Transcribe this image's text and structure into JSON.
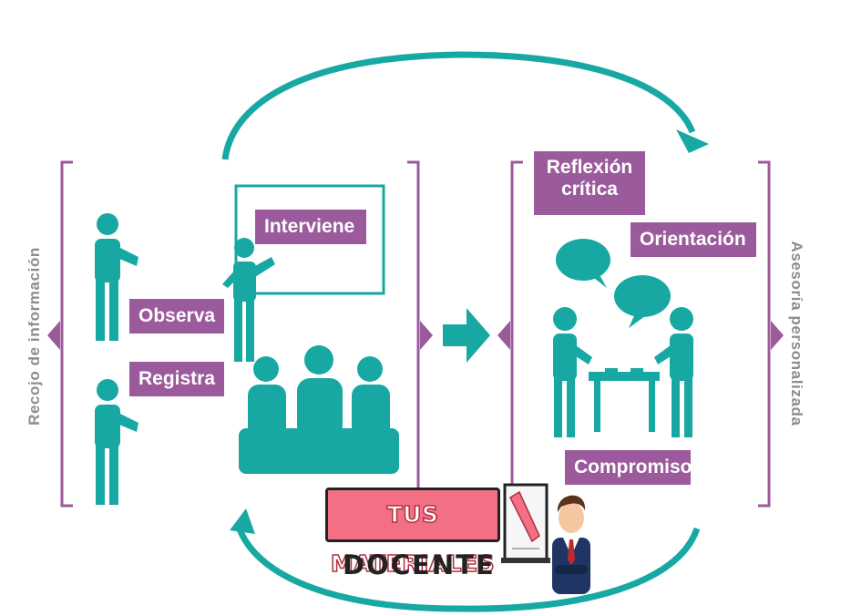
{
  "colors": {
    "teal": "#18a8a4",
    "purple": "#9b5a9c",
    "gray_text": "#8d8d8d",
    "logo_pink": "#f36f86"
  },
  "left_section": {
    "side_label": "Recojo de información",
    "labels": {
      "observa": "Observa",
      "registra": "Registra",
      "interviene": "Interviene"
    }
  },
  "right_section": {
    "side_label": "Asesoría personalizada",
    "labels": {
      "reflexion_line1": "Reflexión",
      "reflexion_line2": "crítica",
      "orientacion": "Orientación",
      "compromiso": "Compromiso"
    }
  },
  "logo": {
    "line1": "TUS MATERIALES",
    "line2": "DOCENTE"
  },
  "icons": [
    "person-pointing-icon",
    "person-writing-icon",
    "teacher-icon",
    "students-icon",
    "speech-bubble-icon",
    "table-icon",
    "cycle-arrow-icon",
    "forward-arrow-icon",
    "whiteboard-icon",
    "businessman-icon"
  ]
}
